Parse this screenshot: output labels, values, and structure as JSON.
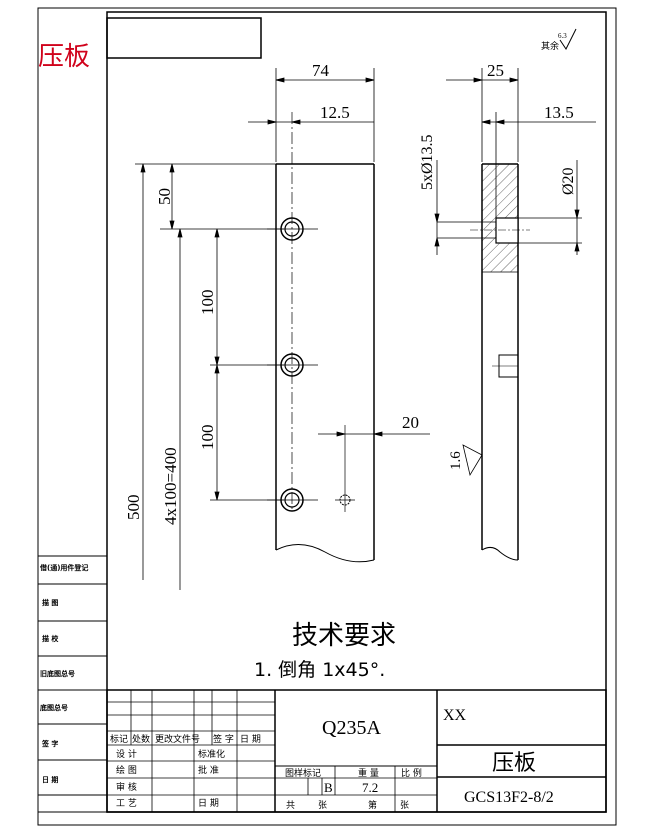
{
  "header": {
    "part_label": "压板",
    "roughness_note": "其余",
    "roughness_value": "6.3"
  },
  "dimensions": {
    "width_74": "74",
    "offset_12_5": "12.5",
    "width_25": "25",
    "offset_13_5": "13.5",
    "hole_spec": "5xØ13.5",
    "counterbore": "Ø20",
    "top_50": "50",
    "pitch_100_a": "100",
    "pitch_100_b": "100",
    "pitch_total": "4x100=400",
    "length_500": "500",
    "offset_20": "20",
    "surface_roughness": "1.6"
  },
  "requirements": {
    "heading": "技术要求",
    "item_1": "1. 倒角 1x45°."
  },
  "left_stamps": [
    "借(通)用件登记",
    "描 图",
    "描 校",
    "旧底图总号",
    "底图总号",
    "签 字",
    "日 期"
  ],
  "title_block": {
    "material": "Q235A",
    "company": "XX",
    "drawing_name": "压板",
    "drawing_number": "GCS13F2-8/2",
    "revision_headers": [
      "标记",
      "处数",
      "更改文件号",
      "签 字",
      "日 期"
    ],
    "design": "设 计",
    "standardization": "标准化",
    "draw": "绘 图",
    "approve": "批 准",
    "check": "审 核",
    "process": "工 艺",
    "date": "日 期",
    "stage_label": "图样标记",
    "weight_label": "重 量",
    "scale_label": "比 例",
    "stage_value": "B",
    "weight_value": "7.2",
    "total_label": "共",
    "sheet_label": "张",
    "page_label": "第",
    "page_sheet_label": "张"
  }
}
